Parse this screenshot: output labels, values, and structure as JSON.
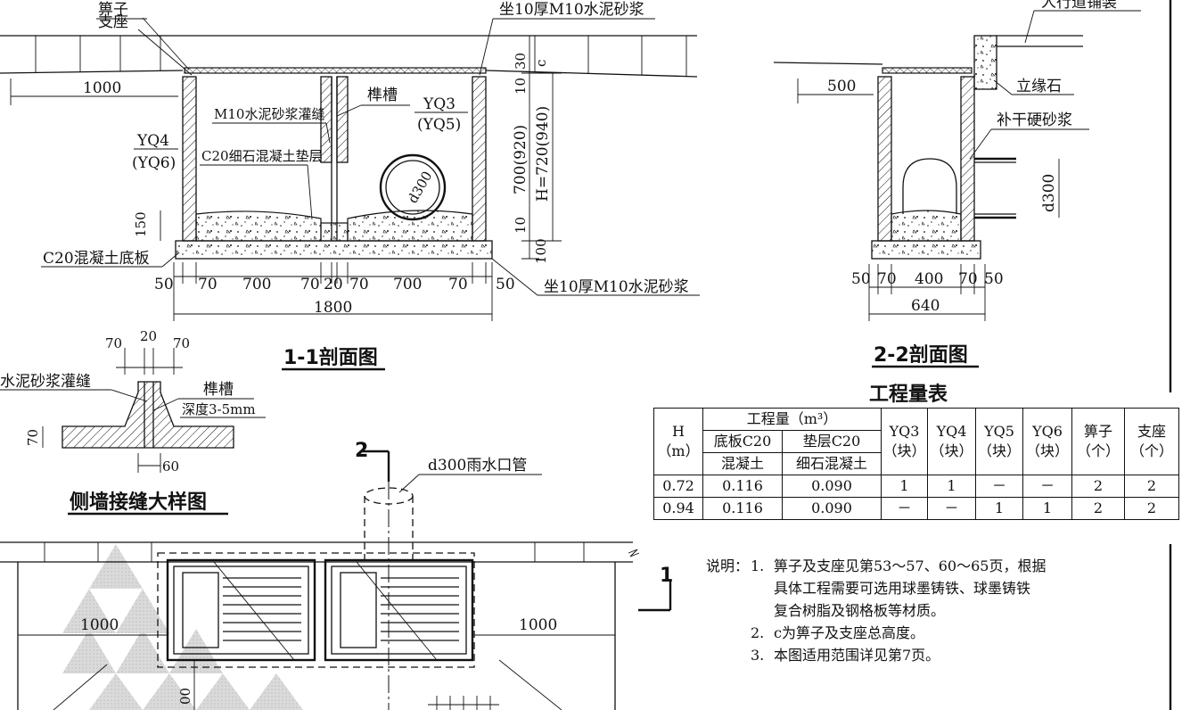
{
  "section11": {
    "title": "1-1剖面图",
    "labels": {
      "grate": "箅子",
      "support": "支座",
      "bed_mortar_top": "坐10厚M10水泥砂浆",
      "bed_mortar_bottom": "坐10厚M10水泥砂浆",
      "joint_grout": "M10水泥砂浆灌缝",
      "tenon_groove": "榫槽",
      "cushion": "C20细石混凝土垫层",
      "base_slab": "C20混凝土底板",
      "yq4": "YQ4",
      "yq6": "(YQ6)",
      "yq3": "YQ3",
      "yq5": "(YQ5)",
      "pipe": "d300",
      "c": "c",
      "h_total": "H=720(940)"
    },
    "dims": {
      "left_1000": "1000",
      "d150": "150",
      "d30": "30",
      "d10a": "10",
      "d700": "700(920)",
      "d10b": "10",
      "d100": "100",
      "b50a": "50",
      "b70a": "70",
      "b700a": "700",
      "b70b": "70",
      "b20": "20",
      "b70c": "70",
      "b700b": "700",
      "b70d": "70",
      "b50b": "50",
      "total": "1800"
    }
  },
  "section22": {
    "title": "2-2剖面图",
    "labels": {
      "sidewalk": "人行道铺装",
      "curb": "立缘石",
      "dry_mortar": "补干硬砂浆",
      "pipe": "d300"
    },
    "dims": {
      "d500": "500",
      "b50a": "50",
      "b70a": "70",
      "b400": "400",
      "b70b": "70",
      "b50b": "50",
      "total": "640"
    }
  },
  "detail": {
    "title": "侧墙接缝大样图",
    "labels": {
      "grout": "水泥砂浆灌缝",
      "groove": "榫槽",
      "depth": "深度3-5mm"
    },
    "dims": {
      "d70a": "70",
      "d20": "20",
      "d70b": "70",
      "d70v": "70",
      "d60": "60"
    }
  },
  "plan": {
    "marker_2": "2",
    "marker_1": "1",
    "pipe_label": "d300雨水口管",
    "left_1000": "1000",
    "right_1000": "1000",
    "bottom_dim": "00"
  },
  "quantities": {
    "title": "工程量表",
    "header": {
      "h": "H",
      "h_unit": "（m）",
      "group": "工程量（m³）",
      "base_a": "底板C20",
      "base_b": "混凝土",
      "cush_a": "垫层C20",
      "cush_b": "细石混凝土",
      "yq3": "YQ3",
      "yq4": "YQ4",
      "yq5": "YQ5",
      "yq6": "YQ6",
      "unit_block": "（块）",
      "grate": "箅子",
      "support": "支座",
      "unit_piece": "（个）"
    },
    "rows": [
      {
        "h": "0.72",
        "base": "0.116",
        "cushion": "0.090",
        "yq3": "1",
        "yq4": "1",
        "yq5": "－",
        "yq6": "－",
        "grate": "2",
        "support": "2"
      },
      {
        "h": "0.94",
        "base": "0.116",
        "cushion": "0.090",
        "yq3": "－",
        "yq4": "－",
        "yq5": "1",
        "yq6": "1",
        "grate": "2",
        "support": "2"
      }
    ]
  },
  "notes": {
    "label": "说明：",
    "items": [
      {
        "num": "1.",
        "lines": [
          "箅子及支座见第53～57、60～65页，根据",
          "具体工程需要可选用球墨铸铁、球墨铸铁",
          "复合树脂及钢格板等材质。"
        ]
      },
      {
        "num": "2.",
        "lines": [
          "c为箅子及支座总高度。"
        ]
      },
      {
        "num": "3.",
        "lines": [
          "本图适用范围详见第7页。"
        ]
      }
    ]
  }
}
